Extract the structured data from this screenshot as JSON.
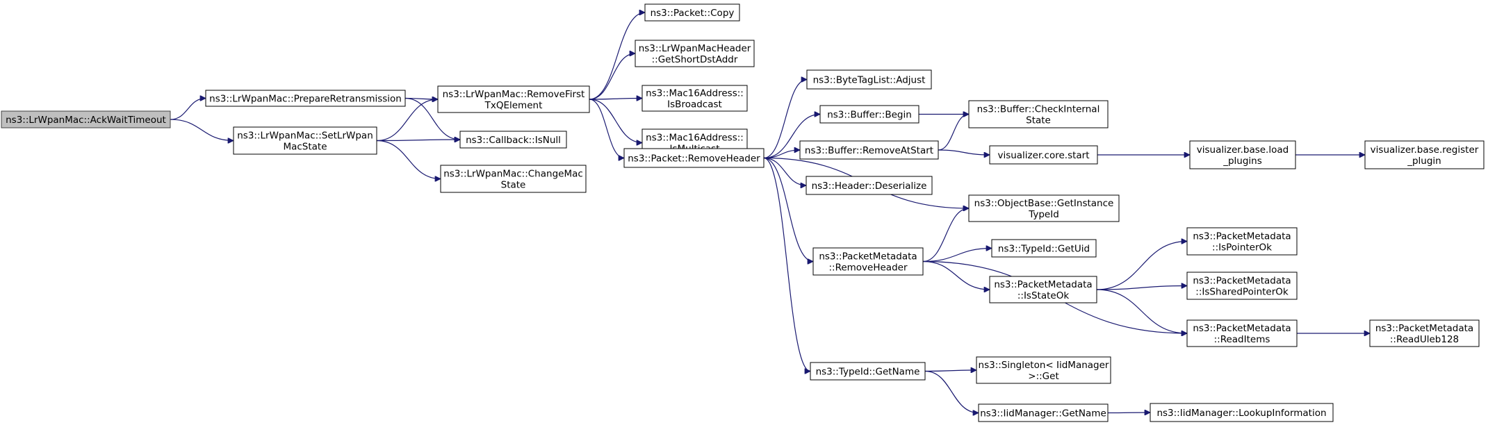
{
  "diagram": {
    "type": "call-graph",
    "colors": {
      "edge": "#191970",
      "root_fill": "#bfbfbf",
      "node_fill": "#ffffff",
      "node_border": "#000000"
    },
    "nodes": [
      {
        "id": "ackwait",
        "lines": [
          "ns3::LrWpanMac::AckWaitTimeout"
        ],
        "root": true
      },
      {
        "id": "prepare",
        "lines": [
          "ns3::LrWpanMac::PrepareRetransmission"
        ]
      },
      {
        "id": "setstate",
        "lines": [
          "ns3::LrWpanMac::SetLrWpan",
          "MacState"
        ]
      },
      {
        "id": "removefirst",
        "lines": [
          "ns3::LrWpanMac::RemoveFirst",
          "TxQElement"
        ]
      },
      {
        "id": "isnull",
        "lines": [
          "ns3::Callback::IsNull"
        ]
      },
      {
        "id": "changemac",
        "lines": [
          "ns3::LrWpanMac::ChangeMac",
          "State"
        ]
      },
      {
        "id": "pktcopy",
        "lines": [
          "ns3::Packet::Copy"
        ]
      },
      {
        "id": "getshort",
        "lines": [
          "ns3::LrWpanMacHeader",
          "::GetShortDstAddr"
        ]
      },
      {
        "id": "isbroadcast",
        "lines": [
          "ns3::Mac16Address::",
          "IsBroadcast"
        ]
      },
      {
        "id": "ismulticast",
        "lines": [
          "ns3::Mac16Address::",
          "IsMulticast"
        ]
      },
      {
        "id": "pktremoveheader",
        "lines": [
          "ns3::Packet::RemoveHeader"
        ]
      },
      {
        "id": "adjust",
        "lines": [
          "ns3::ByteTagList::Adjust"
        ]
      },
      {
        "id": "bufbegin",
        "lines": [
          "ns3::Buffer::Begin"
        ]
      },
      {
        "id": "bufremove",
        "lines": [
          "ns3::Buffer::RemoveAtStart"
        ]
      },
      {
        "id": "deserialize",
        "lines": [
          "ns3::Header::Deserialize"
        ]
      },
      {
        "id": "getinstance",
        "lines": [
          "ns3::ObjectBase::GetInstance",
          "TypeId"
        ]
      },
      {
        "id": "pmremoveheader",
        "lines": [
          "ns3::PacketMetadata",
          "::RemoveHeader"
        ]
      },
      {
        "id": "typegetname",
        "lines": [
          "ns3::TypeId::GetName"
        ]
      },
      {
        "id": "checkinternal",
        "lines": [
          "ns3::Buffer::CheckInternal",
          "State"
        ]
      },
      {
        "id": "vcstart",
        "lines": [
          "visualizer.core.start"
        ]
      },
      {
        "id": "getuid",
        "lines": [
          "ns3::TypeId::GetUid"
        ]
      },
      {
        "id": "isstateok",
        "lines": [
          "ns3::PacketMetadata",
          "::IsStateOk"
        ]
      },
      {
        "id": "singletonget",
        "lines": [
          "ns3::Singleton< IidManager",
          " >::Get"
        ]
      },
      {
        "id": "iidgetname",
        "lines": [
          "ns3::IidManager::GetName"
        ]
      },
      {
        "id": "loadplugins",
        "lines": [
          "visualizer.base.load",
          "_plugins"
        ]
      },
      {
        "id": "ispointerok",
        "lines": [
          "ns3::PacketMetadata",
          "::IsPointerOk"
        ]
      },
      {
        "id": "issharedok",
        "lines": [
          "ns3::PacketMetadata",
          "::IsSharedPointerOk"
        ]
      },
      {
        "id": "readitems",
        "lines": [
          "ns3::PacketMetadata",
          "::ReadItems"
        ]
      },
      {
        "id": "lookupinfo",
        "lines": [
          "ns3::IidManager::LookupInformation"
        ]
      },
      {
        "id": "registerplugin",
        "lines": [
          "visualizer.base.register",
          "_plugin"
        ]
      },
      {
        "id": "readuleb",
        "lines": [
          "ns3::PacketMetadata",
          "::ReadUleb128"
        ]
      }
    ],
    "edges": [
      [
        "ackwait",
        "prepare"
      ],
      [
        "ackwait",
        "setstate"
      ],
      [
        "prepare",
        "removefirst"
      ],
      [
        "prepare",
        "isnull"
      ],
      [
        "setstate",
        "removefirst"
      ],
      [
        "setstate",
        "isnull"
      ],
      [
        "setstate",
        "changemac"
      ],
      [
        "removefirst",
        "pktcopy"
      ],
      [
        "removefirst",
        "getshort"
      ],
      [
        "removefirst",
        "isbroadcast"
      ],
      [
        "removefirst",
        "ismulticast"
      ],
      [
        "removefirst",
        "pktremoveheader"
      ],
      [
        "pktremoveheader",
        "adjust"
      ],
      [
        "pktremoveheader",
        "bufbegin"
      ],
      [
        "pktremoveheader",
        "bufremove"
      ],
      [
        "pktremoveheader",
        "deserialize"
      ],
      [
        "pktremoveheader",
        "getinstance"
      ],
      [
        "pktremoveheader",
        "pmremoveheader"
      ],
      [
        "pktremoveheader",
        "typegetname"
      ],
      [
        "bufbegin",
        "checkinternal"
      ],
      [
        "bufremove",
        "checkinternal"
      ],
      [
        "bufremove",
        "vcstart"
      ],
      [
        "vcstart",
        "loadplugins"
      ],
      [
        "loadplugins",
        "registerplugin"
      ],
      [
        "pmremoveheader",
        "getinstance"
      ],
      [
        "pmremoveheader",
        "getuid"
      ],
      [
        "pmremoveheader",
        "isstateok"
      ],
      [
        "pmremoveheader",
        "readitems"
      ],
      [
        "isstateok",
        "ispointerok"
      ],
      [
        "isstateok",
        "issharedok"
      ],
      [
        "isstateok",
        "readitems"
      ],
      [
        "readitems",
        "readuleb"
      ],
      [
        "typegetname",
        "singletonget"
      ],
      [
        "typegetname",
        "iidgetname"
      ],
      [
        "iidgetname",
        "lookupinfo"
      ]
    ]
  }
}
